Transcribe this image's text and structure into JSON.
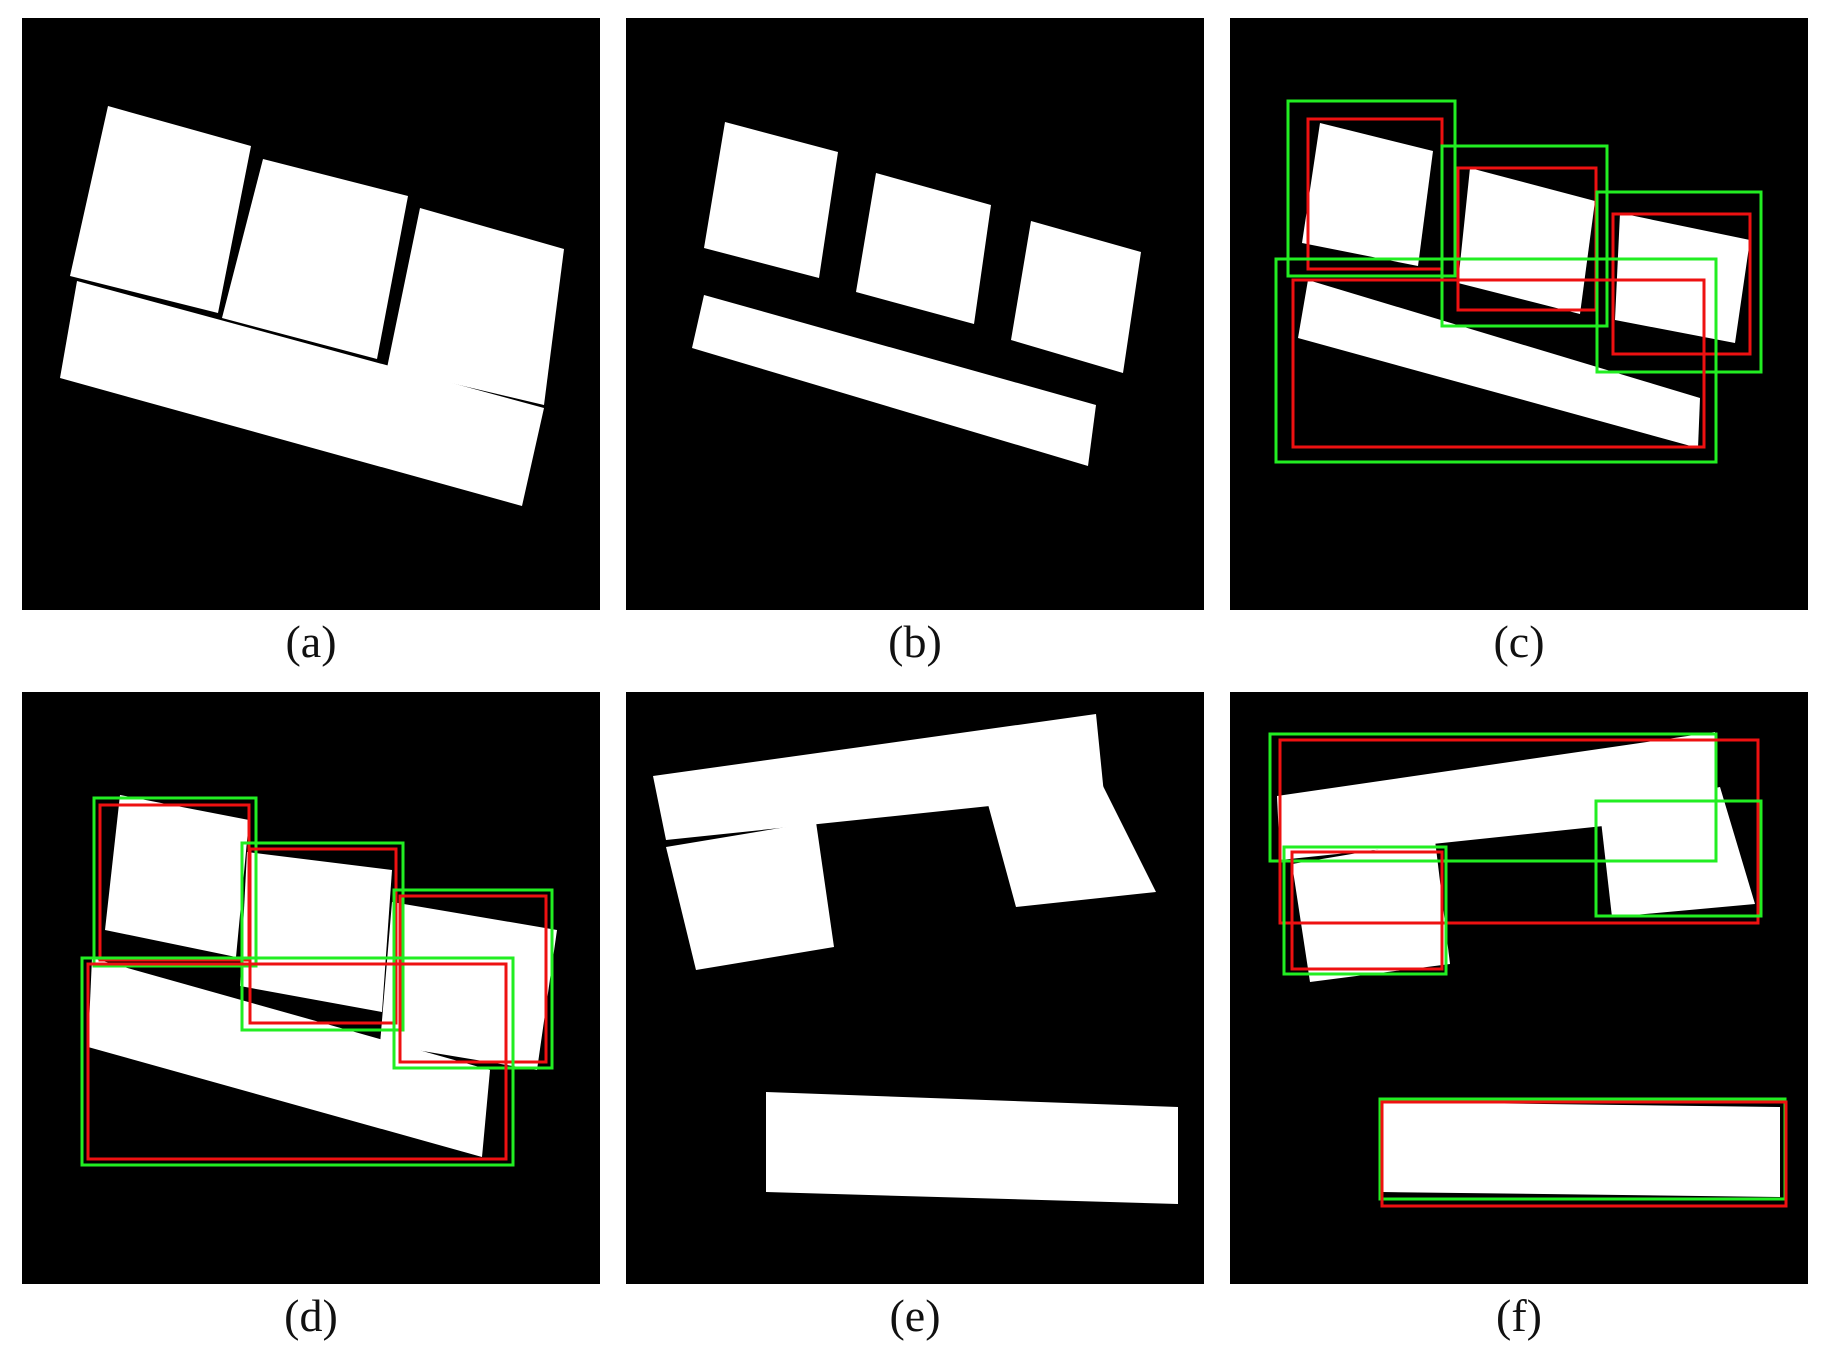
{
  "colors": {
    "background": "#000000",
    "shape": "#ffffff",
    "green_box": "#22ee22",
    "red_box": "#ee1111"
  },
  "panels": [
    {
      "caption": "(a)"
    },
    {
      "caption": "(b)"
    },
    {
      "caption": "(c)"
    },
    {
      "caption": "(d)"
    },
    {
      "caption": "(e)"
    },
    {
      "caption": "(f)"
    }
  ]
}
